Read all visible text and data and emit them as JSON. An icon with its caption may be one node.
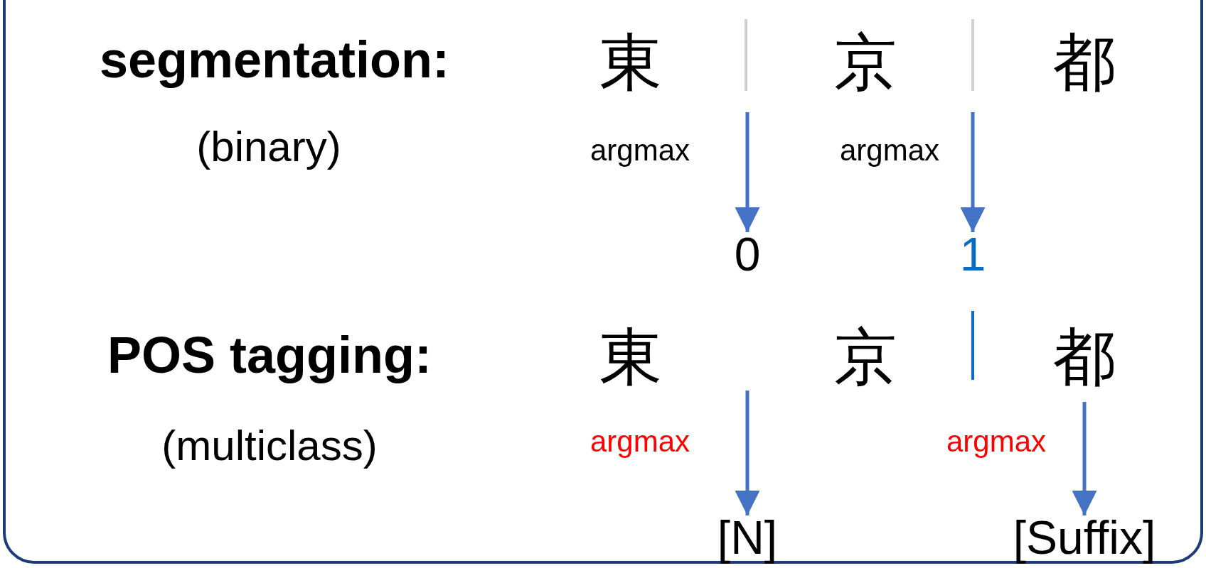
{
  "diagram": {
    "nodes": [
      {
        "text": [
          "0"
        ]
      },
      {
        "text": [
          "1"
        ]
      },
      {
        "text": [
          "[N]"
        ]
      },
      {
        "text": [
          "[Suffix]"
        ]
      }
    ],
    "edges": [
      {
        "from": null,
        "to": 0,
        "arrow": "to",
        "label": "argmax"
      },
      {
        "from": null,
        "to": 1,
        "arrow": "to",
        "label": "argmax"
      },
      {
        "from": null,
        "to": 2,
        "arrow": "to",
        "label": "argmax"
      },
      {
        "from": null,
        "to": 3,
        "arrow": "to",
        "label": "argmax"
      }
    ],
    "labels": [
      "segmentation:",
      "(binary)",
      "東",
      "京",
      "都",
      "POS tagging:",
      "(multiclass)",
      "東",
      "京",
      "都"
    ]
  }
}
